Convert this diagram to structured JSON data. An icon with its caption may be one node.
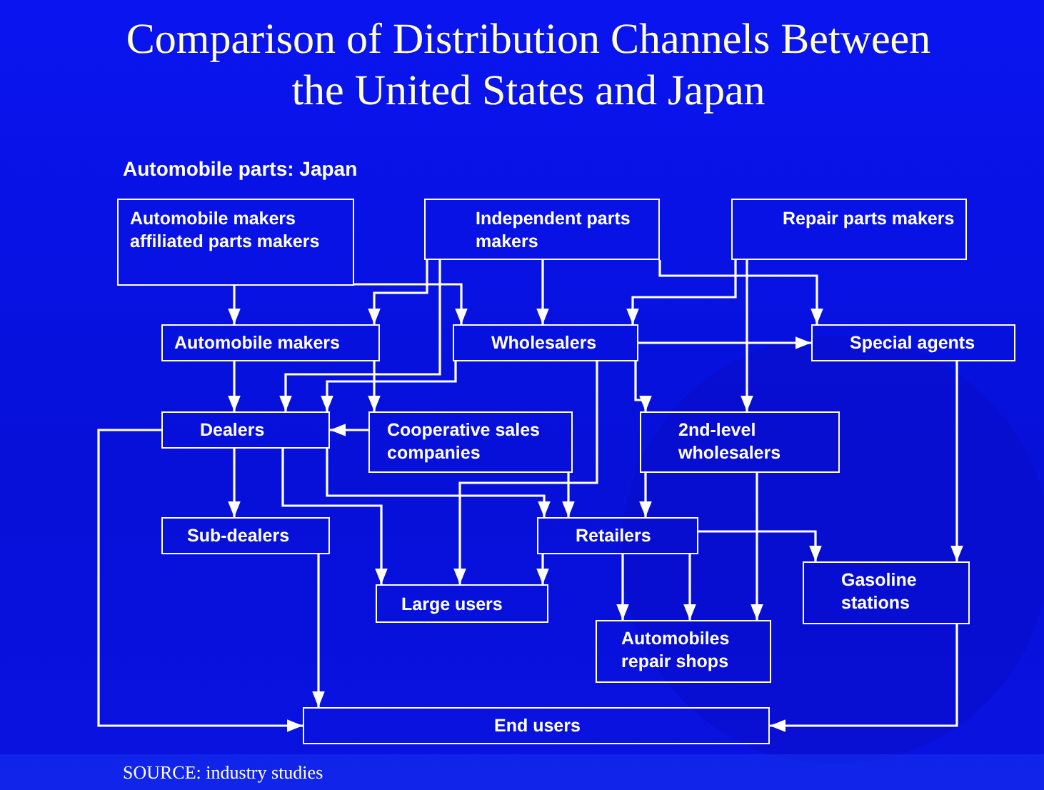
{
  "diagram": {
    "title": "Comparison of Distribution Channels Between the United States and Japan",
    "nodes": [
      {
        "text": [
          "Automobile makers affiliated parts makers"
        ]
      },
      {
        "text": [
          "Independent parts makers"
        ]
      },
      {
        "text": [
          "Repair parts makers"
        ]
      },
      {
        "text": [
          "Automobile makers"
        ]
      },
      {
        "text": [
          "Wholesalers"
        ]
      },
      {
        "text": [
          "Special agents"
        ]
      },
      {
        "text": [
          "Dealers"
        ]
      },
      {
        "text": [
          "Cooperative sales companies"
        ]
      },
      {
        "text": [
          "2nd-level wholesalers"
        ]
      },
      {
        "text": [
          "Sub-dealers"
        ]
      },
      {
        "text": [
          "Retailers"
        ]
      },
      {
        "text": [
          "Large users"
        ]
      },
      {
        "text": [
          "Gasoline stations"
        ]
      },
      {
        "text": [
          "Automobiles repair shops"
        ]
      },
      {
        "text": [
          "End users"
        ]
      }
    ],
    "edges": [
      {
        "from": 0,
        "to": 3,
        "arrow": "to"
      },
      {
        "from": 0,
        "to": 4,
        "arrow": "to"
      },
      {
        "from": 1,
        "to": 3,
        "arrow": "to"
      },
      {
        "from": 1,
        "to": 6,
        "arrow": "to"
      },
      {
        "from": 1,
        "to": 4,
        "arrow": "to"
      },
      {
        "from": 1,
        "to": 5,
        "arrow": "to"
      },
      {
        "from": 2,
        "to": 4,
        "arrow": "to"
      },
      {
        "from": 2,
        "to": 8,
        "arrow": "to"
      },
      {
        "from": 3,
        "to": 6,
        "arrow": "to"
      },
      {
        "from": 3,
        "to": 7,
        "arrow": "to"
      },
      {
        "from": 4,
        "to": 6,
        "arrow": "to"
      },
      {
        "from": 4,
        "to": 5,
        "arrow": "to"
      },
      {
        "from": 4,
        "to": 8,
        "arrow": "to"
      },
      {
        "from": 4,
        "to": 11,
        "arrow": "to"
      },
      {
        "from": 7,
        "to": 6,
        "arrow": "to"
      },
      {
        "from": 7,
        "to": 10,
        "arrow": "to"
      },
      {
        "from": 8,
        "to": 10,
        "arrow": "to"
      },
      {
        "from": 8,
        "to": 13,
        "arrow": "to"
      },
      {
        "from": 5,
        "to": 12,
        "arrow": "to"
      },
      {
        "from": 6,
        "to": 9,
        "arrow": "to"
      },
      {
        "from": 6,
        "to": 14,
        "arrow": "to"
      },
      {
        "from": 6,
        "to": 11,
        "arrow": "to"
      },
      {
        "from": 6,
        "to": 10,
        "arrow": "to"
      },
      {
        "from": 9,
        "to": 14,
        "arrow": "to"
      },
      {
        "from": 10,
        "to": 11,
        "arrow": "to"
      },
      {
        "from": 10,
        "to": 12,
        "arrow": "to"
      },
      {
        "from": 10,
        "to": 13,
        "arrow": "to"
      },
      {
        "from": 10,
        "to": 13,
        "arrow": "to"
      },
      {
        "from": 12,
        "to": 14,
        "arrow": "to"
      }
    ],
    "labels": [
      "Automobile parts: Japan",
      "SOURCE: industry studies"
    ]
  }
}
